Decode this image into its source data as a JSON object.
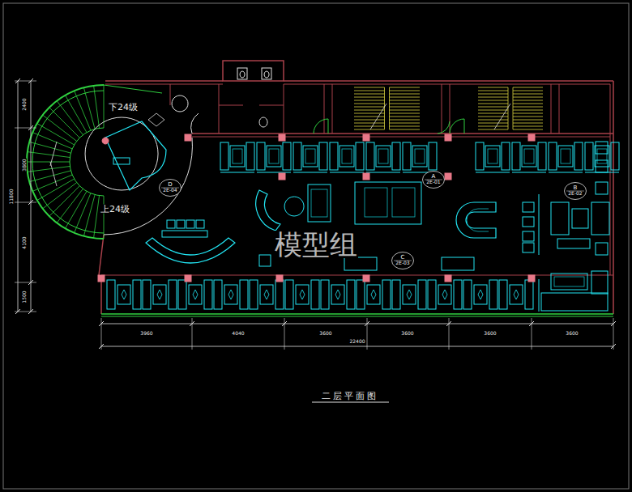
{
  "diagram": {
    "caption": "二层平面图",
    "nodes": [
      {
        "text": [
          "D",
          "2E-04"
        ]
      },
      {
        "text": [
          "A",
          "2E-01"
        ]
      },
      {
        "text": [
          "C",
          "2E-03"
        ]
      },
      {
        "text": [
          "B",
          "2E-02"
        ]
      }
    ],
    "labels": [
      "下24级",
      "上24级",
      "2400",
      "3800",
      "4100",
      "1500",
      "11800",
      "3960",
      "4040",
      "3600",
      "3600",
      "3600",
      "3600",
      "22400",
      "模型组"
    ]
  }
}
